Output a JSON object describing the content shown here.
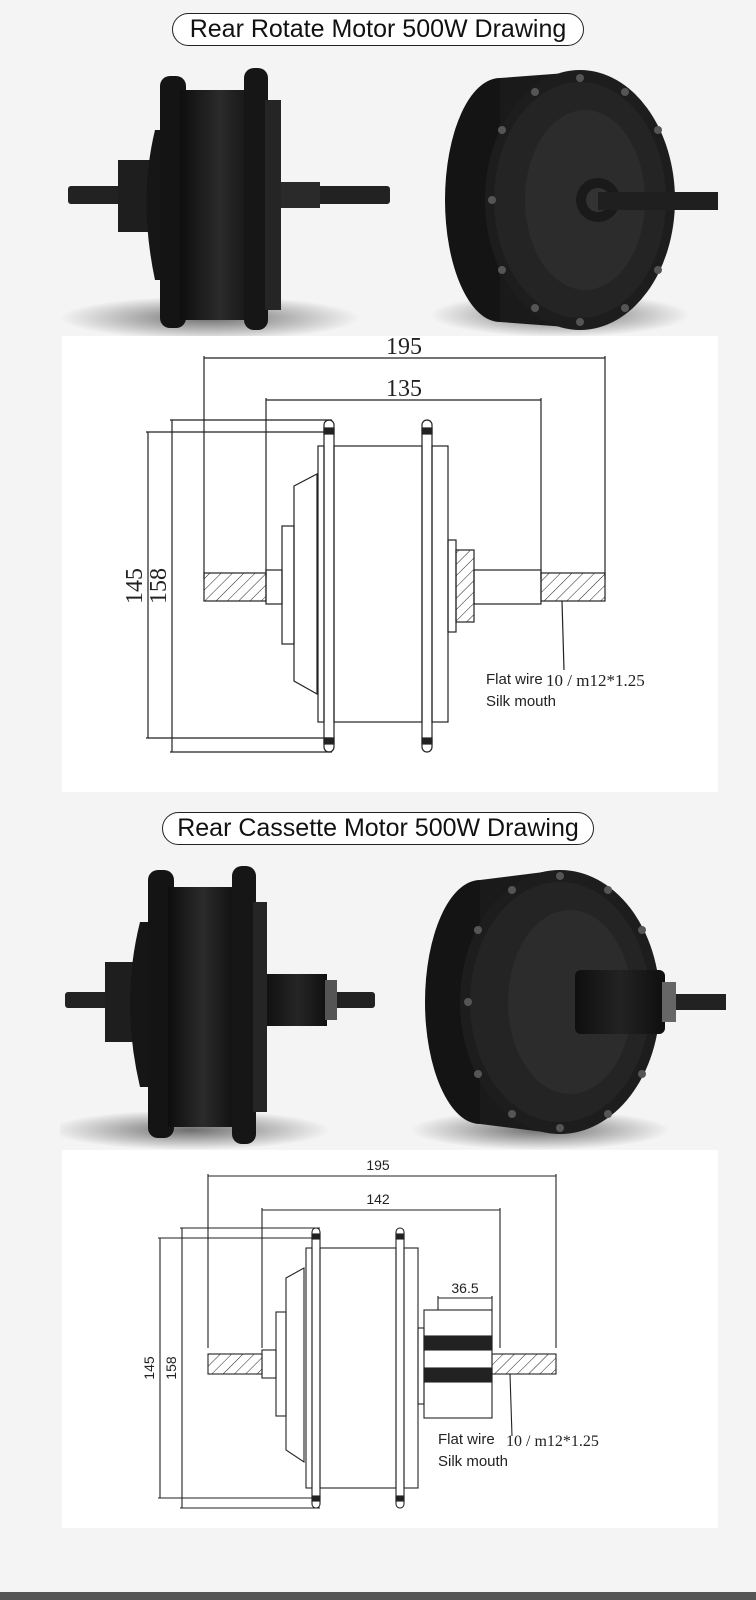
{
  "sections": [
    {
      "title": "Rear Rotate Motor 500W Drawing",
      "dimensions": {
        "overall_width": "195",
        "inner_width": "135",
        "height_inner": "145",
        "height_outer": "158"
      },
      "note": {
        "flat_wire_label": "Flat wire",
        "thread_spec": "10 / m12*1.25",
        "silk_label": "Silk mouth"
      }
    },
    {
      "title": "Rear Cassette Motor 500W Drawing",
      "dimensions": {
        "overall_width": "195",
        "inner_width": "142",
        "cassette_width": "36.5",
        "height_inner": "145",
        "height_outer": "158"
      },
      "note": {
        "flat_wire_label": "Flat wire",
        "thread_spec": "10 / m12*1.25",
        "silk_label": "Silk mouth"
      }
    }
  ],
  "colors": {
    "motor_body": "#1b1b1b",
    "motor_highlight": "#3a3a3a",
    "line": "#222222",
    "background": "#f4f4f4"
  }
}
